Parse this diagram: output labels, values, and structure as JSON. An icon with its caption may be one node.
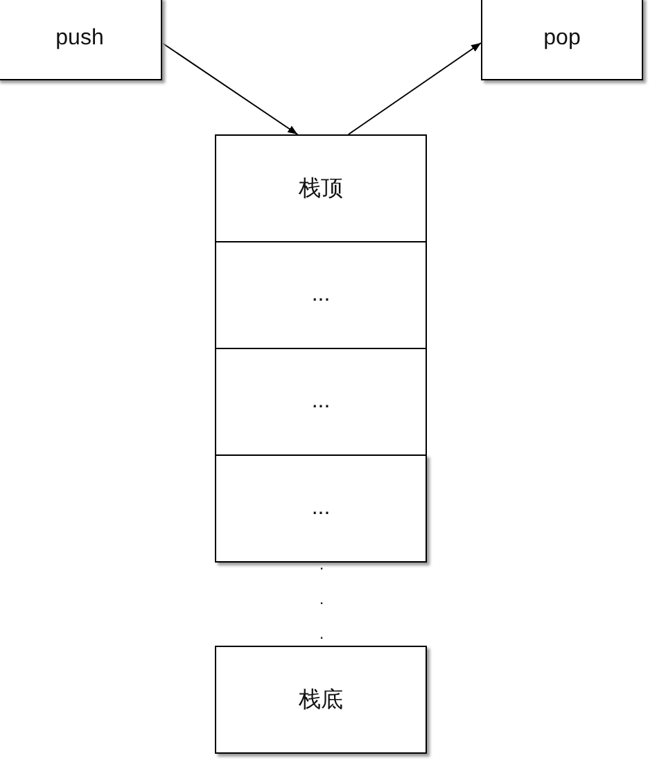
{
  "diagram": {
    "nodes": [
      {
        "text": [
          "push"
        ]
      },
      {
        "text": [
          "pop"
        ]
      },
      {
        "text": [
          "栈顶"
        ]
      },
      {
        "text": [
          "..."
        ]
      },
      {
        "text": [
          "..."
        ]
      },
      {
        "text": [
          "..."
        ]
      },
      {
        "text": [
          "栈底"
        ]
      }
    ],
    "edges": [
      {
        "from": 0,
        "to": 2,
        "arrow": "to"
      },
      {
        "from": 2,
        "to": 1,
        "arrow": "to"
      }
    ],
    "labels": [
      ".",
      ".",
      "."
    ]
  }
}
